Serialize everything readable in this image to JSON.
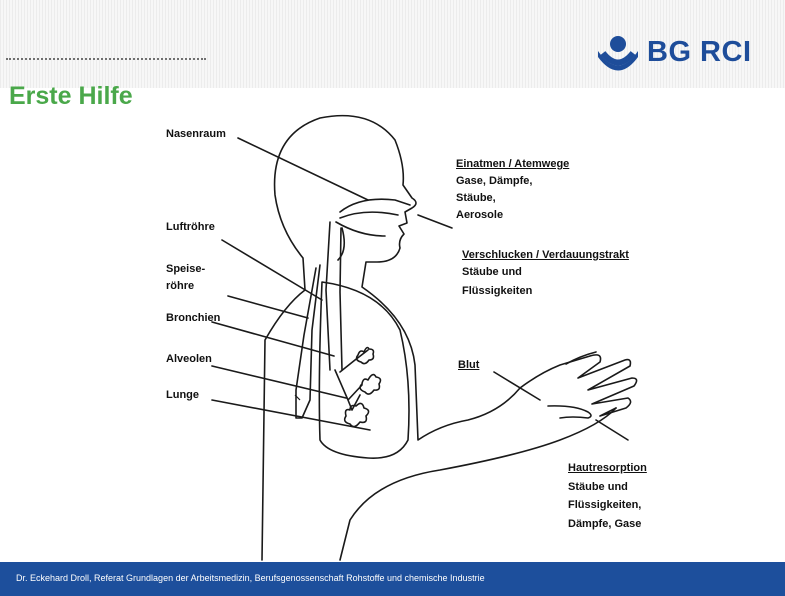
{
  "header": {
    "title": "Erste Hilfe",
    "logo_text": "BG RCI",
    "brand_color": "#1e4d9a",
    "title_color": "#4aa84a"
  },
  "labels_left": {
    "nasenraum": "Nasenraum",
    "luftroehre": "Luftröhre",
    "speise1": "Speise-",
    "speise2": "röhre",
    "bronchien": "Bronchien",
    "alveolen": "Alveolen",
    "lunge": "Lunge"
  },
  "routes": {
    "einatmen": {
      "heading": "Einatmen / Atemwege",
      "lines": [
        "Gase, Dämpfe,",
        "Stäube,",
        "Aerosole"
      ]
    },
    "verschlucken": {
      "heading": "Verschlucken / Verdauungstrakt",
      "lines": [
        "Stäube und",
        "Flüssigkeiten"
      ]
    },
    "blut": {
      "heading": "Blut"
    },
    "haut": {
      "heading": "Hautresorption",
      "lines": [
        "Stäube und",
        "Flüssigkeiten,",
        "Dämpfe, Gase"
      ]
    }
  },
  "footer": {
    "text": "Dr. Eckehard Droll,  Referat Grundlagen der Arbeitsmedizin,  Berufsgenossenschaft Rohstoffe und chemische Industrie",
    "color": "#1d4f9c"
  }
}
